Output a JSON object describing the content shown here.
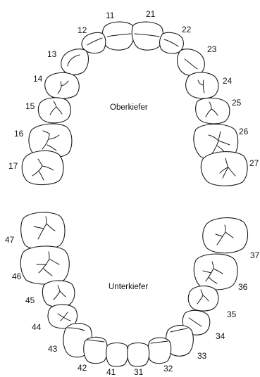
{
  "upper_jaw_label": "Oberkiefer",
  "lower_jaw_label": "Unterkiefer",
  "upper_teeth": [
    "11",
    "12",
    "13",
    "14",
    "15",
    "16",
    "17",
    "21",
    "22",
    "23",
    "24",
    "25",
    "26",
    "27"
  ],
  "lower_teeth": [
    "31",
    "32",
    "33",
    "34",
    "35",
    "36",
    "37",
    "41",
    "42",
    "43",
    "44",
    "45",
    "46",
    "47"
  ],
  "colors": {
    "line": "#1a1a1a",
    "background": "#ffffff"
  }
}
